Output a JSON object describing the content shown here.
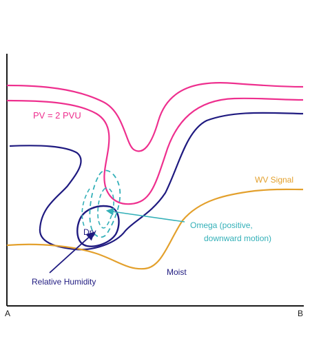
{
  "labels": {
    "pv": "PV = 2 PVU",
    "wv_signal": "WV Signal",
    "omega_line1": "Omega (positive,",
    "omega_line2": "downward motion)",
    "dry": "Dry",
    "moist": "Moist",
    "relative_humidity": "Relative Humidity",
    "axis_start": "A",
    "axis_end": "B"
  },
  "colors": {
    "pv": "#ee2f8e",
    "humidity": "#1f1a80",
    "wv": "#e3a02c",
    "omega": "#33b0b8",
    "axis": "#1a1a1a"
  }
}
